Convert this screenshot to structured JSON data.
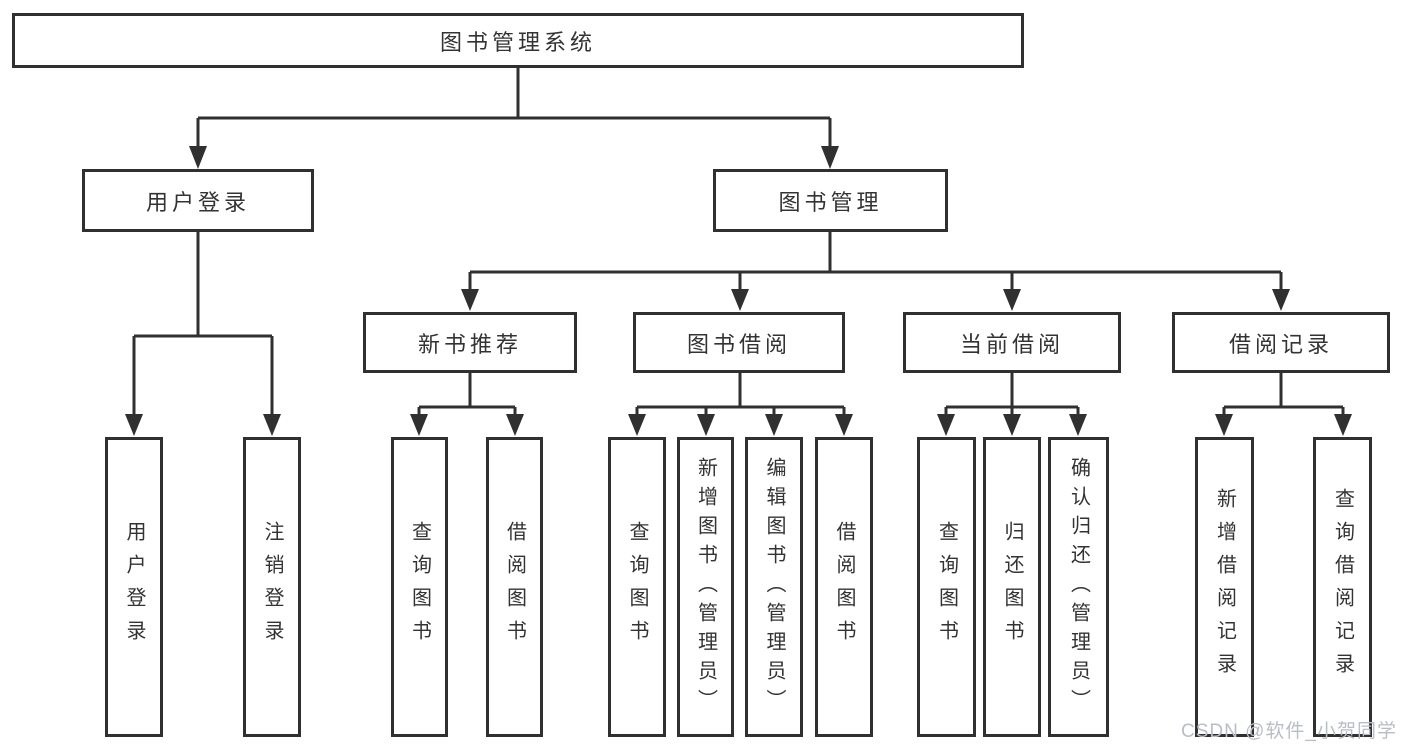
{
  "tree": {
    "root_label": "图书管理系统",
    "branches": [
      {
        "label": "用户登录",
        "children": [
          {
            "label": "用户登录"
          },
          {
            "label": "注销登录"
          }
        ]
      },
      {
        "label": "图书管理",
        "children": [
          {
            "label": "新书推荐",
            "children": [
              {
                "label": "查询图书"
              },
              {
                "label": "借阅图书"
              }
            ]
          },
          {
            "label": "图书借阅",
            "children": [
              {
                "label": "查询图书"
              },
              {
                "label": "新增图书（管理员）"
              },
              {
                "label": "编辑图书（管理员）"
              },
              {
                "label": "借阅图书"
              }
            ]
          },
          {
            "label": "当前借阅",
            "children": [
              {
                "label": "查询图书"
              },
              {
                "label": "归还图书"
              },
              {
                "label": "确认归还（管理员）"
              }
            ]
          },
          {
            "label": "借阅记录",
            "children": [
              {
                "label": "新增借阅记录"
              },
              {
                "label": "查询借阅记录"
              }
            ]
          }
        ]
      }
    ]
  },
  "watermark": "CSDN @软件_小贺同学",
  "colors": {
    "line": "#303030",
    "box_border": "#303030",
    "text": "#333333",
    "watermark": "#b9bdc6",
    "background": "#ffffff"
  }
}
